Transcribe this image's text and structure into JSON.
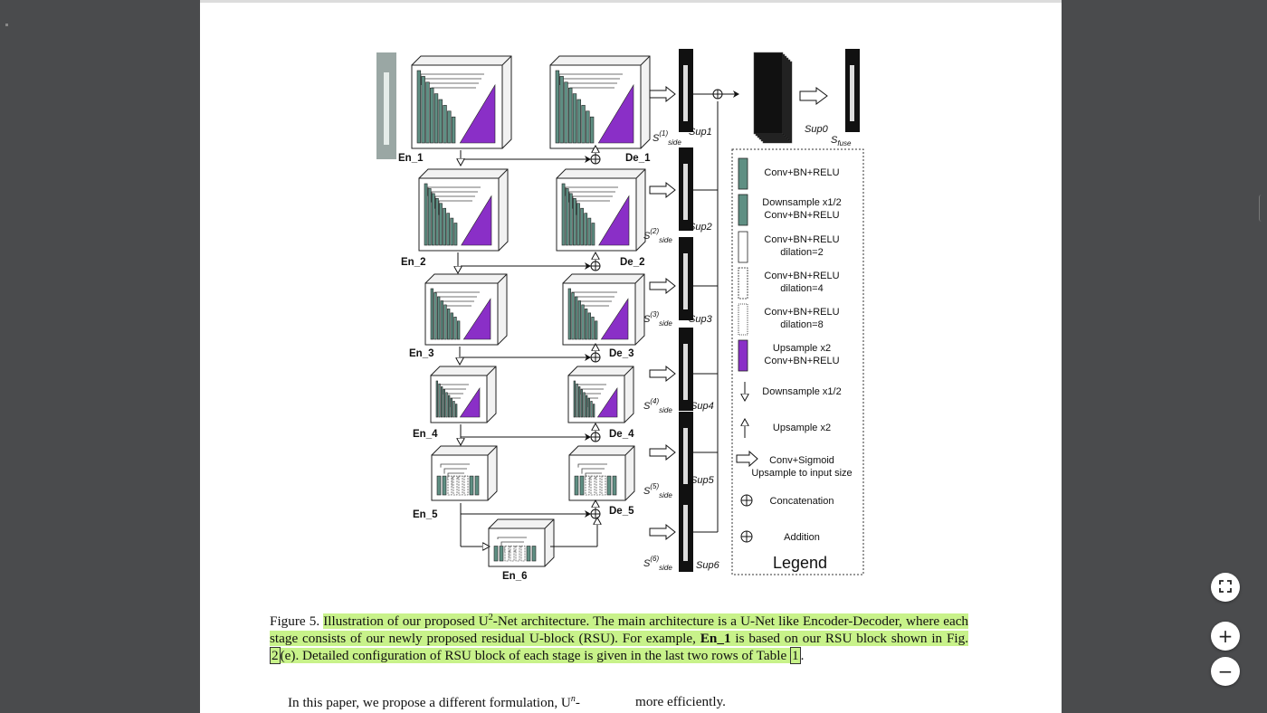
{
  "figure": {
    "stages": {
      "en1": "En_1",
      "en2": "En_2",
      "en3": "En_3",
      "en4": "En_4",
      "en5": "En_5",
      "en6": "En_6",
      "de1": "De_1",
      "de2": "De_2",
      "de3": "De_3",
      "de4": "De_4",
      "de5": "De_5"
    },
    "side_prefix": "S",
    "side_sub": "side",
    "side_sups": [
      "(1)",
      "(2)",
      "(3)",
      "(4)",
      "(5)",
      "(6)"
    ],
    "sups": [
      "Sup1",
      "Sup2",
      "Sup3",
      "Sup4",
      "Sup5",
      "Sup6"
    ],
    "sup0": "Sup0",
    "sfuse_base": "S",
    "sfuse_sub": "fuse",
    "legend": {
      "title": "Legend",
      "items": [
        {
          "line1": "Conv+BN+RELU",
          "line2": ""
        },
        {
          "line1": "Downsample x1/2",
          "line2": "Conv+BN+RELU"
        },
        {
          "line1": "Conv+BN+RELU",
          "line2": "dilation=2"
        },
        {
          "line1": "Conv+BN+RELU",
          "line2": "dilation=4"
        },
        {
          "line1": "Conv+BN+RELU",
          "line2": "dilation=8"
        },
        {
          "line1": "Upsample x2",
          "line2": "Conv+BN+RELU"
        },
        {
          "line1": "Downsample x1/2",
          "line2": ""
        },
        {
          "line1": "Upsample x2",
          "line2": ""
        },
        {
          "line1": "Conv+Sigmoid",
          "line2": "Upsample to input size"
        },
        {
          "line1": "Concatenation",
          "line2": ""
        },
        {
          "line1": "Addition",
          "line2": ""
        }
      ]
    },
    "colors": {
      "conv": "#5f8f83",
      "upsample": "#8a2fc7",
      "fill_dark": "#111111",
      "highlight": "#c8f28a"
    }
  },
  "caption": {
    "lead": "Figure 5.",
    "p1": "Illustration of our proposed U",
    "sup": "2",
    "p2": "-Net architecture.",
    "p3": "The main architecture is a U-Net like Encoder-Decoder, where each stage consists of our newly proposed residual U-block (RSU). For example,",
    "bold": "En_1",
    "p4": "is based on our RSU block shown in Fig.",
    "ref1": "2",
    "p5": "(e). Detailed configuration of RSU block of each stage is given in the last two rows of Table",
    "ref2": "1",
    "end": "."
  },
  "body": {
    "left": "In this paper, we propose a different formulation, U",
    "left_sup": "n",
    "left_end": "-",
    "right": "more efficiently."
  },
  "controls": {
    "fit": "fit-page",
    "zoom_in": "+",
    "zoom_out": "−"
  }
}
